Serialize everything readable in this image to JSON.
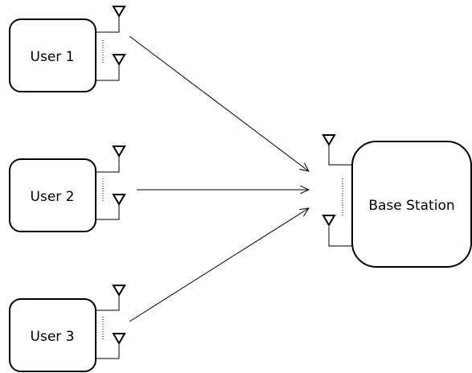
{
  "users": [
    {
      "label": "User 1"
    },
    {
      "label": "User 2"
    },
    {
      "label": "User 3"
    }
  ],
  "base_station": {
    "label": "Base Station"
  },
  "icons": {
    "antenna": "antenna-icon",
    "arrow": "arrow-icon"
  },
  "colors": {
    "stroke": "#000000",
    "background": "#ffffff"
  }
}
